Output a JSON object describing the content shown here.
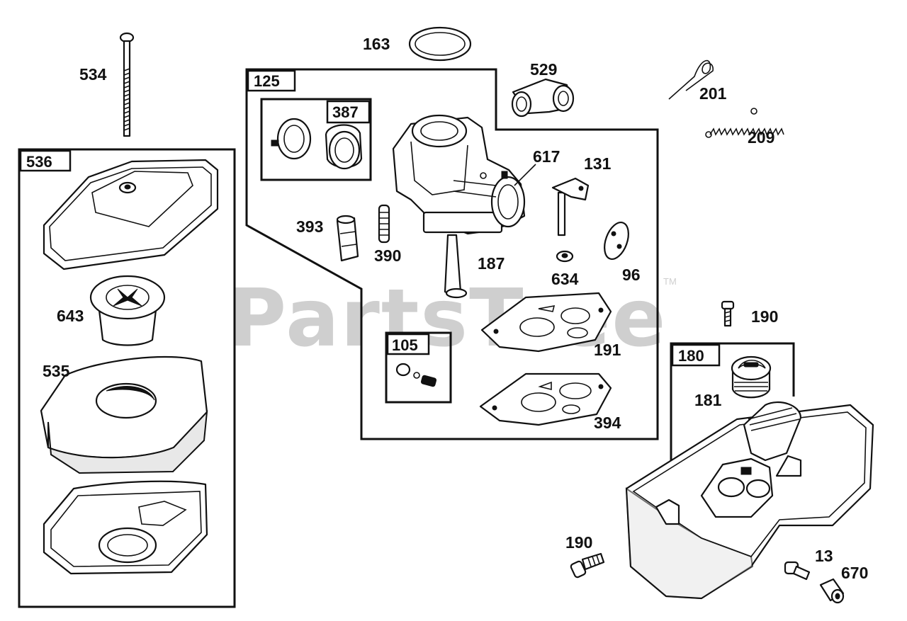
{
  "watermark": {
    "text": "PartsTree",
    "tm": "TM"
  },
  "callouts": {
    "c534": "534",
    "c163": "163",
    "c529": "529",
    "c201": "201",
    "c209": "209",
    "c617": "617",
    "c131": "131",
    "c393": "393",
    "c390": "390",
    "c187": "187",
    "c634": "634",
    "c96": "96",
    "c643": "643",
    "c535": "535",
    "c190a": "190",
    "c191": "191",
    "c181": "181",
    "c394": "394",
    "c190b": "190",
    "c13": "13",
    "c670": "670"
  },
  "boxes": {
    "b536": "536",
    "b125": "125",
    "b387": "387",
    "b105": "105",
    "b180": "180"
  }
}
